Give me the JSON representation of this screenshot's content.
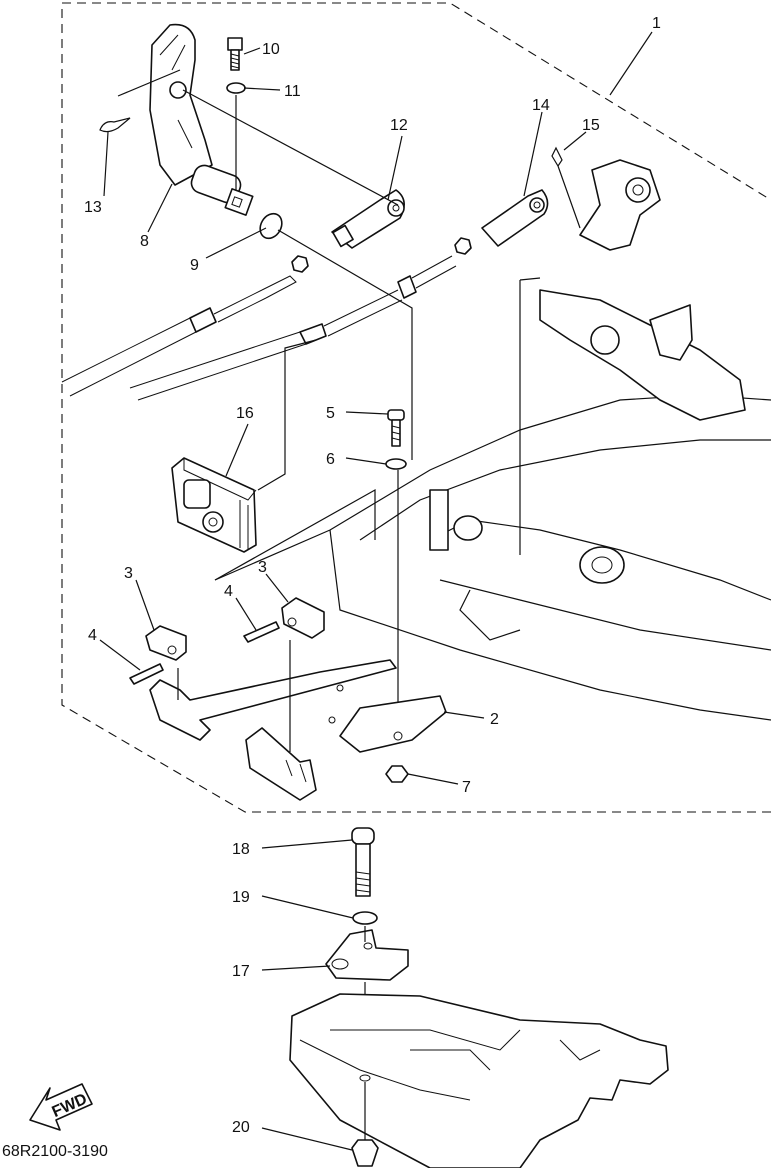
{
  "diagram": {
    "callouts": {
      "c1": "1",
      "c2": "2",
      "c3a": "3",
      "c3b": "3",
      "c4a": "4",
      "c4b": "4",
      "c5": "5",
      "c6": "6",
      "c7": "7",
      "c8": "8",
      "c9": "9",
      "c10": "10",
      "c11": "11",
      "c12": "12",
      "c13": "13",
      "c14": "14",
      "c15": "15",
      "c16": "16",
      "c17": "17",
      "c18": "18",
      "c19": "19",
      "c20": "20"
    },
    "fwd_label": "FWD",
    "part_number": "68R2100-3190"
  }
}
